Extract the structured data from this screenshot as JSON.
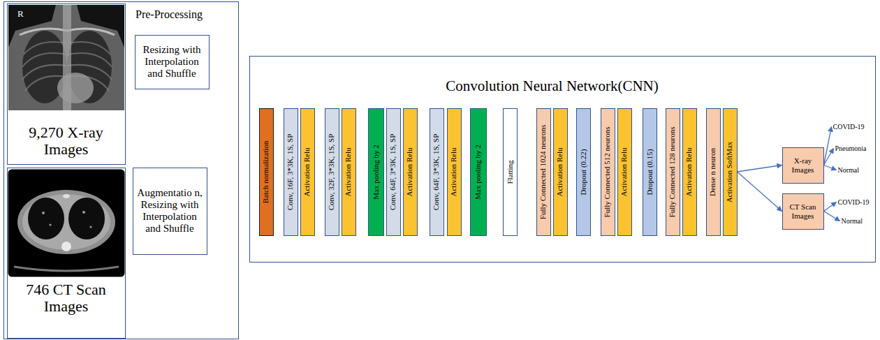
{
  "diagram": {
    "nodes": [
      {
        "text": [
          "Pre-Processing"
        ]
      },
      {
        "text": [
          "9,270 X-ray Images"
        ],
        "in": 0
      },
      {
        "text": [
          "Resizing with Interpolation and Shuffle"
        ],
        "in": 0
      },
      {
        "text": [
          "746 CT Scan Images"
        ],
        "in": 0
      },
      {
        "text": [
          "Augmentatio n, Resizing with Interpolation and Shuffle"
        ],
        "in": 0
      },
      {
        "text": [
          "Convolution Neural Network(CNN)"
        ]
      },
      {
        "text": [
          "Batch normalization"
        ],
        "in": 5
      },
      {
        "text": [
          "Conv, 16F, 3*3K, 1S, SP"
        ],
        "in": 5
      },
      {
        "text": [
          "Activation Relu"
        ],
        "in": 5
      },
      {
        "text": [
          "Conv, 32F, 3*3K, 1S, SP"
        ],
        "in": 5
      },
      {
        "text": [
          "Activation Relu"
        ],
        "in": 5
      },
      {
        "text": [
          "Max pooling by 2"
        ],
        "in": 5
      },
      {
        "text": [
          "Conv, 64F, 3*3K, 1S, SP"
        ],
        "in": 5
      },
      {
        "text": [
          "Activation Relu"
        ],
        "in": 5
      },
      {
        "text": [
          "Conv, 64F, 3*3K, 1S, SP"
        ],
        "in": 5
      },
      {
        "text": [
          "Activation Relu"
        ],
        "in": 5
      },
      {
        "text": [
          "Max pooling by 2"
        ],
        "in": 5
      },
      {
        "text": [
          "Flatting"
        ],
        "in": 5
      },
      {
        "text": [
          "Fully Connected 1024 neurons"
        ],
        "in": 5
      },
      {
        "text": [
          "Activation Relu"
        ],
        "in": 5
      },
      {
        "text": [
          "Dropout (0.22)"
        ],
        "in": 5
      },
      {
        "text": [
          "Fully Connected 512 neurons"
        ],
        "in": 5
      },
      {
        "text": [
          "Activation Relu"
        ],
        "in": 5
      },
      {
        "text": [
          "Dropout (0.15)"
        ],
        "in": 5
      },
      {
        "text": [
          "Fully Connected 128 neurons"
        ],
        "in": 5
      },
      {
        "text": [
          "Activation Relu"
        ],
        "in": 5
      },
      {
        "text": [
          "Dense n neuron"
        ],
        "in": 5
      },
      {
        "text": [
          "Activation SoftMax"
        ],
        "in": 5
      },
      {
        "text": [
          "X-ray Images"
        ],
        "in": 5
      },
      {
        "text": [
          "CT Scan Images"
        ],
        "in": 5
      },
      {
        "text": [
          "COVID-19"
        ],
        "in": 5
      },
      {
        "text": [
          "Pneumonia"
        ],
        "in": 5
      },
      {
        "text": [
          "Normal"
        ],
        "in": 5
      },
      {
        "text": [
          "COVID-19"
        ],
        "in": 5
      },
      {
        "text": [
          "Normal"
        ],
        "in": 5
      }
    ],
    "edges": [
      {
        "from": 27,
        "to": 28,
        "arrow": "to"
      },
      {
        "from": 27,
        "to": 29,
        "arrow": "to"
      },
      {
        "from": 28,
        "to": 30,
        "arrow": "to"
      },
      {
        "from": 28,
        "to": 31,
        "arrow": "to"
      },
      {
        "from": 28,
        "to": 32,
        "arrow": "to"
      },
      {
        "from": 29,
        "to": 33,
        "arrow": "to"
      },
      {
        "from": 29,
        "to": 34,
        "arrow": "to"
      }
    ],
    "labels": [
      "R"
    ]
  }
}
